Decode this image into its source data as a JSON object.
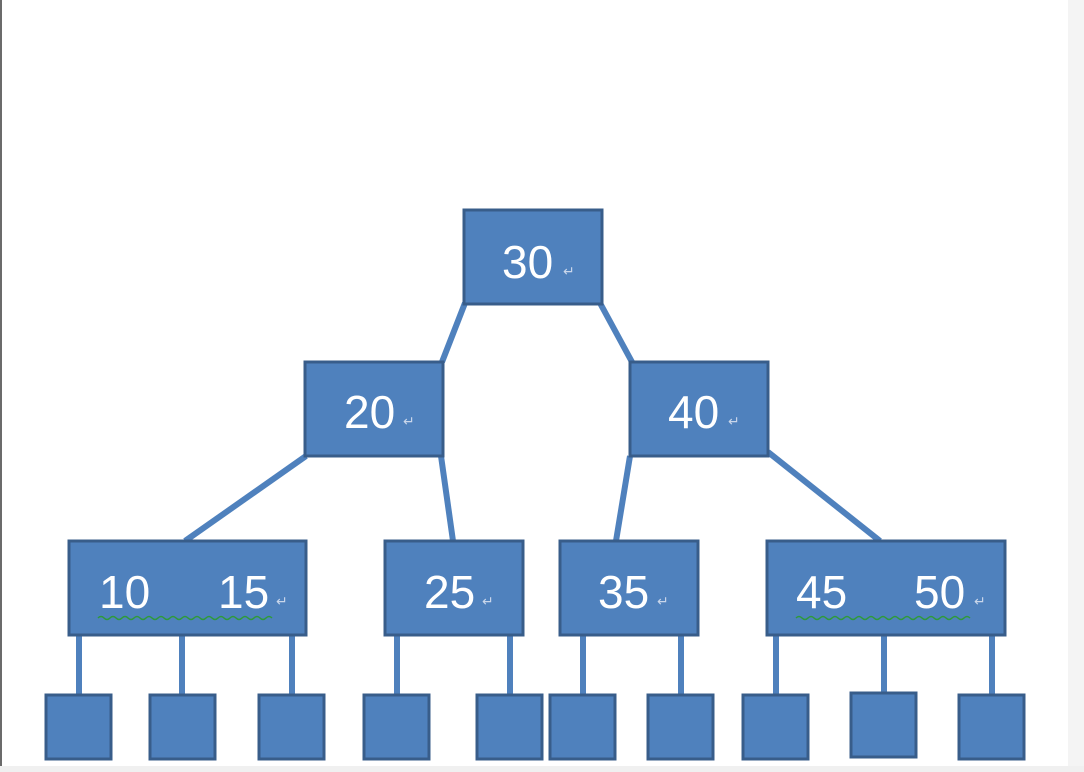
{
  "tree": {
    "root": {
      "keys": [
        "30"
      ]
    },
    "level1": [
      {
        "keys": [
          "20"
        ]
      },
      {
        "keys": [
          "40"
        ]
      }
    ],
    "level2": [
      {
        "keys": [
          "10",
          "15"
        ]
      },
      {
        "keys": [
          "25"
        ]
      },
      {
        "keys": [
          "35"
        ]
      },
      {
        "keys": [
          "45",
          "50"
        ]
      }
    ],
    "leaf_count": 10,
    "paragraph_mark": "↵",
    "colors": {
      "node_fill": "#4f81bd",
      "node_border": "#385d8a",
      "edge": "#4f81bd",
      "key_text": "#ffffff",
      "spellcheck_underline": "#2e9a3a"
    }
  }
}
